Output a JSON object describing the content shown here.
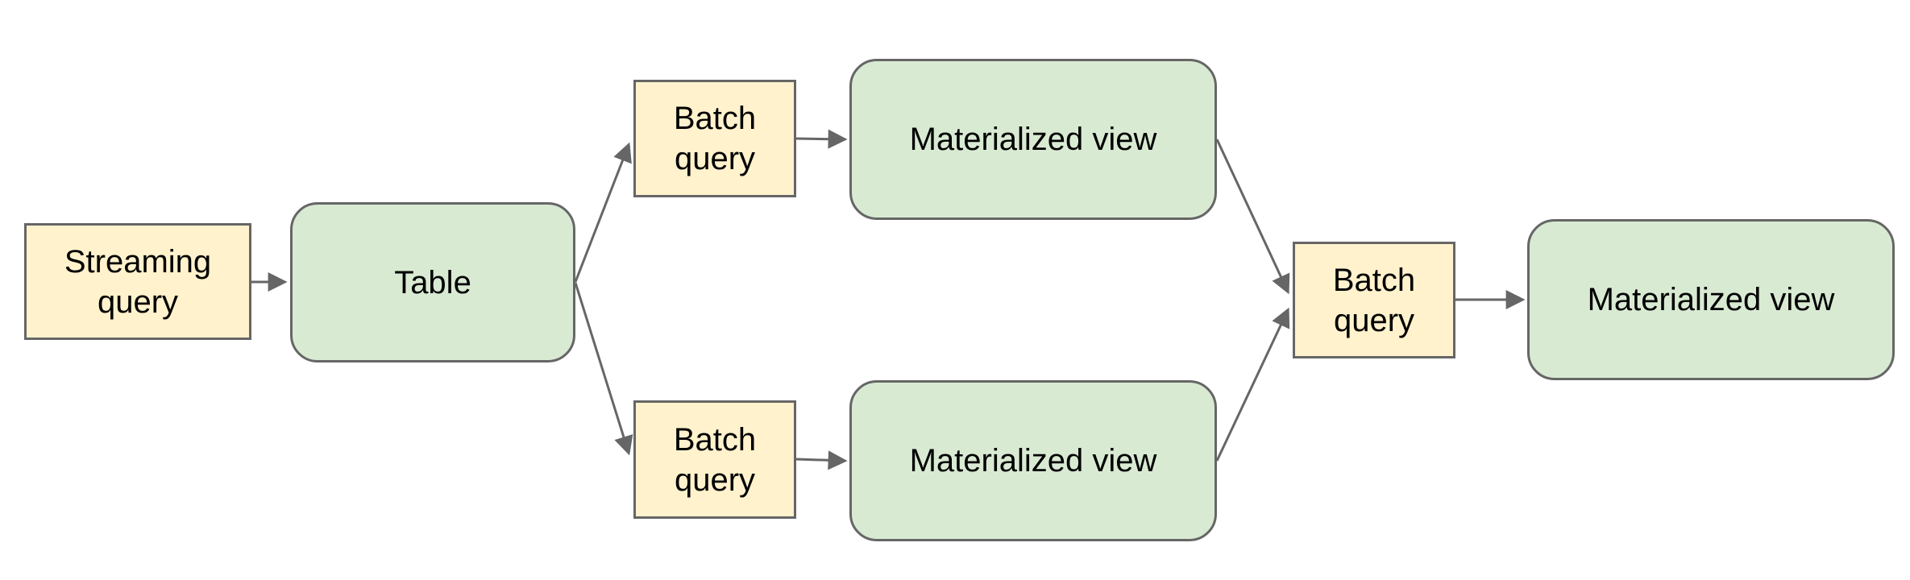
{
  "diagram": {
    "colors": {
      "process_fill": "#fff2cc",
      "view_fill": "#d9ead3",
      "node_border": "#666666",
      "connector": "#666666",
      "text": "#000000",
      "canvas_bg": "#ffffff"
    },
    "nodes": {
      "streaming_query": {
        "label": "Streaming query",
        "shape": "rectangle",
        "fill": "#fff2cc"
      },
      "table": {
        "label": "Table",
        "shape": "rounded-rectangle",
        "fill": "#d9ead3"
      },
      "batch_query_top": {
        "label": "Batch query",
        "shape": "rectangle",
        "fill": "#fff2cc"
      },
      "materialized_view_top": {
        "label": "Materialized view",
        "shape": "rounded-rectangle",
        "fill": "#d9ead3"
      },
      "batch_query_bottom": {
        "label": "Batch query",
        "shape": "rectangle",
        "fill": "#fff2cc"
      },
      "materialized_view_bottom": {
        "label": "Materialized view",
        "shape": "rounded-rectangle",
        "fill": "#d9ead3"
      },
      "batch_query_right": {
        "label": "Batch query",
        "shape": "rectangle",
        "fill": "#fff2cc"
      },
      "materialized_view_right": {
        "label": "Materialized view",
        "shape": "rounded-rectangle",
        "fill": "#d9ead3"
      }
    },
    "edges": [
      {
        "from": "streaming_query",
        "to": "table"
      },
      {
        "from": "table",
        "to": "batch_query_top"
      },
      {
        "from": "batch_query_top",
        "to": "materialized_view_top"
      },
      {
        "from": "table",
        "to": "batch_query_bottom"
      },
      {
        "from": "batch_query_bottom",
        "to": "materialized_view_bottom"
      },
      {
        "from": "materialized_view_top",
        "to": "batch_query_right"
      },
      {
        "from": "materialized_view_bottom",
        "to": "batch_query_right"
      },
      {
        "from": "batch_query_right",
        "to": "materialized_view_right"
      }
    ]
  }
}
